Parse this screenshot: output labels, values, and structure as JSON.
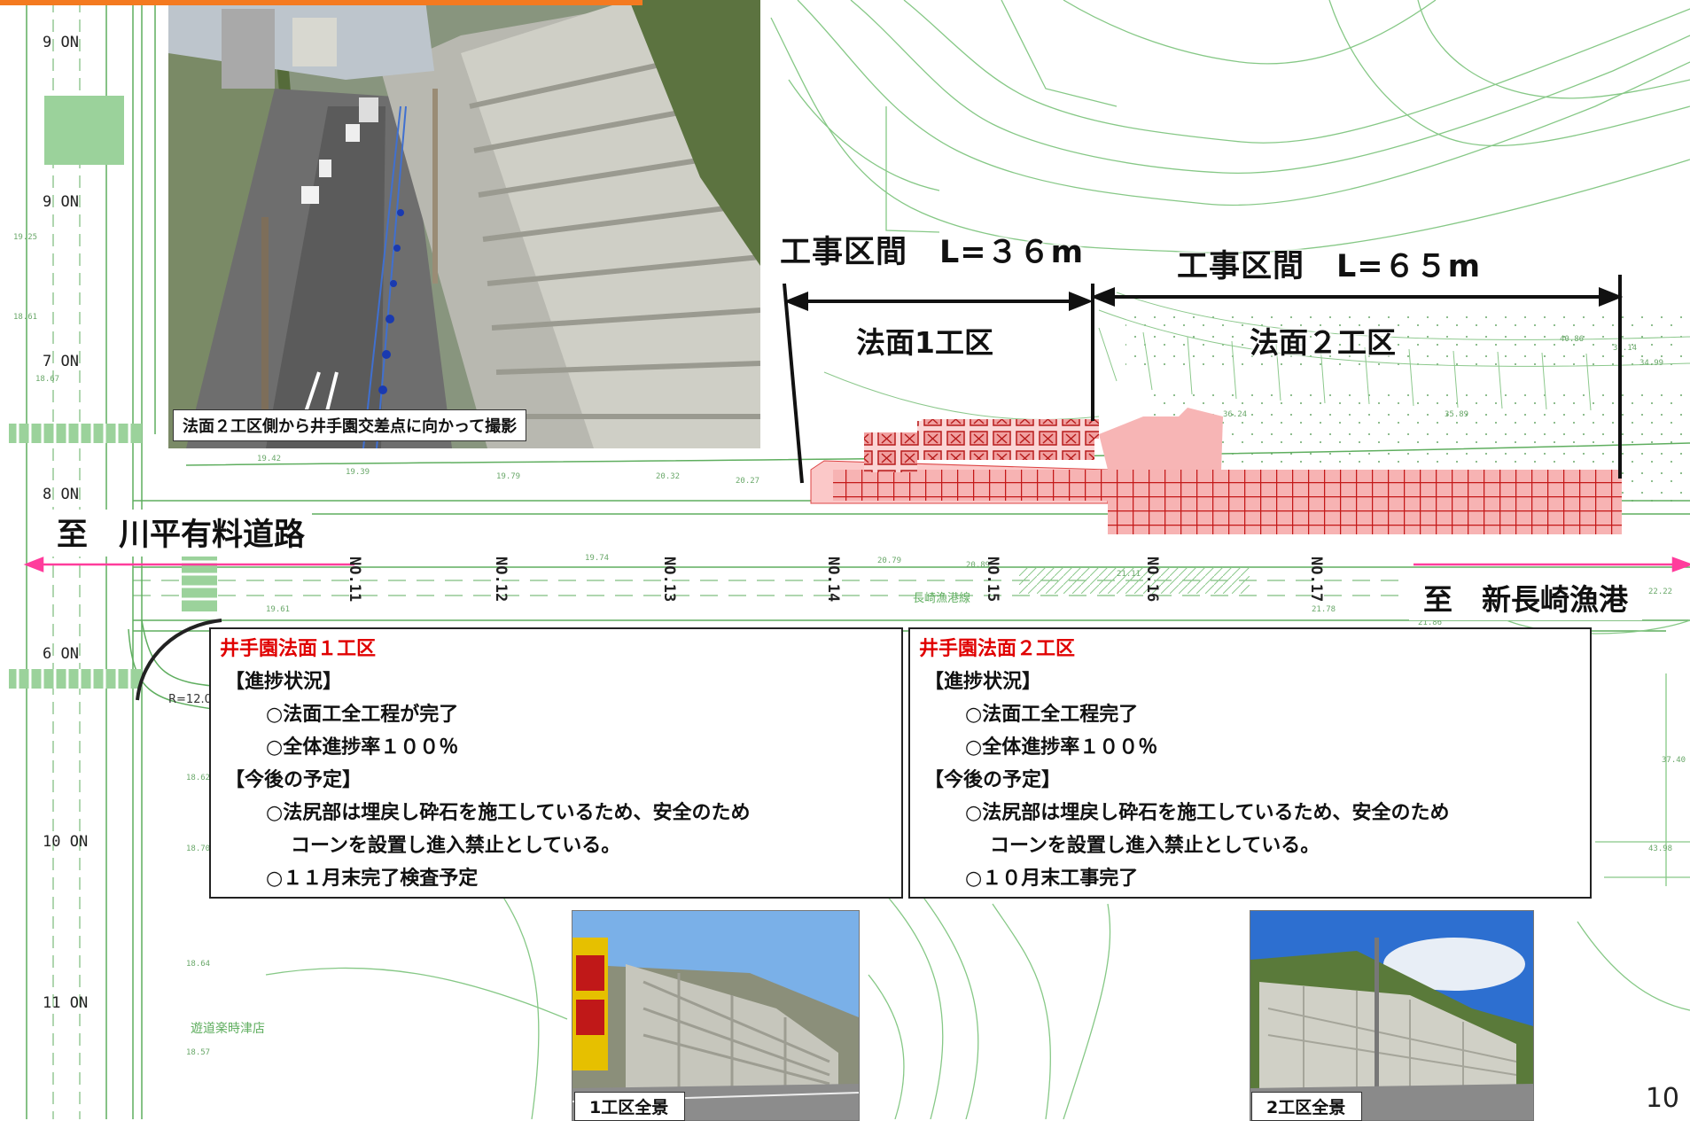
{
  "top_photo": {
    "caption": "法面２工区側から井手園交差点に向かって撮影"
  },
  "sections": {
    "section1": {
      "length_label": "工事区間　L=３６m",
      "name": "法面1工区"
    },
    "section2": {
      "length_label": "工事区間　L=６５m",
      "name": "法面２工区"
    }
  },
  "directions": {
    "west": "至　川平有料道路",
    "east": "至　新長崎漁港"
  },
  "road_stations": [
    "NO.11",
    "NO.12",
    "NO.13",
    "NO.14",
    "NO.15",
    "NO.16",
    "NO.17"
  ],
  "map_labels": {
    "road_name": "長崎漁港線",
    "radius": "R=12.0",
    "shop": "遊道楽時津店"
  },
  "left_column_labels": [
    "9 ON",
    "9 ON",
    "7 ON",
    "8 ON",
    "6 ON",
    "10 ON",
    "11 ON"
  ],
  "status_panels": [
    {
      "title": "井手園法面１工区",
      "progress_heading": "【進捗状況】",
      "progress_items": [
        "○法面工全工程が完了",
        "○全体進捗率１００％"
      ],
      "schedule_heading": "【今後の予定】",
      "schedule_items": [
        "○法尻部は埋戻し砕石を施工しているため、安全のため",
        "コーンを設置し進入禁止としている。",
        "○１１月末完了検査予定"
      ]
    },
    {
      "title": "井手園法面２工区",
      "progress_heading": "【進捗状況】",
      "progress_items": [
        "○法面工全工程完了",
        "○全体進捗率１００％"
      ],
      "schedule_heading": "【今後の予定】",
      "schedule_items": [
        "○法尻部は埋戻し砕石を施工しているため、安全のため",
        "コーンを設置し進入禁止としている。",
        "○１０月末工事完了"
      ]
    }
  ],
  "bottom_photos": [
    {
      "caption": "1工区全景"
    },
    {
      "caption": "2工区全景"
    }
  ],
  "page_number": "10",
  "colors": {
    "map_line": "#7cc47c",
    "grid_fill": "#f4a0a0",
    "grid_line": "#cc2222",
    "arrow": "#ff3c9c",
    "title_red": "#e00000",
    "accent_orange": "#f47a20"
  }
}
